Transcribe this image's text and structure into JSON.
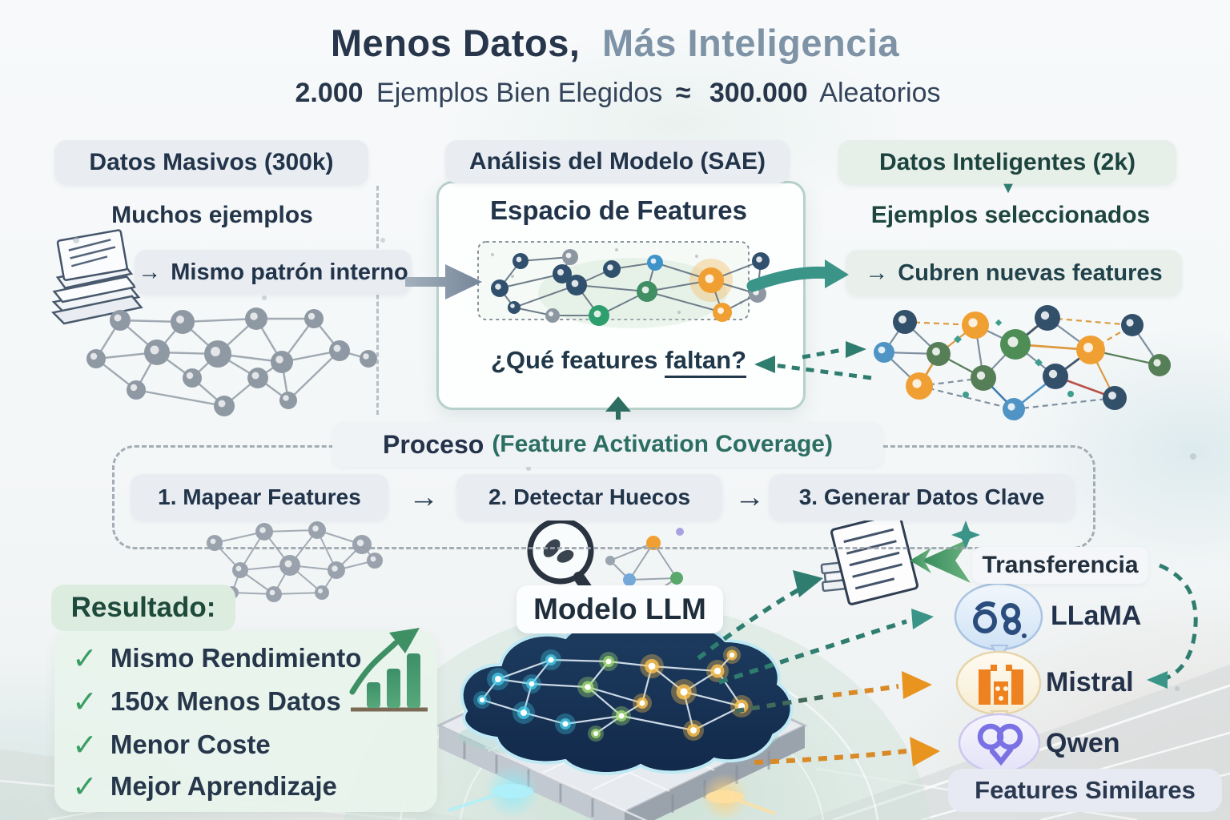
{
  "title": {
    "dark": "Menos Datos,",
    "light": "Más Inteligencia"
  },
  "subtitle": {
    "b1": "2.000",
    "t1": "Ejemplos Bien Elegidos",
    "approx": "≈",
    "b2": "300.000",
    "t2": "Aleatorios"
  },
  "columns": {
    "massive": {
      "header": "Datos Masivos (300k)",
      "caption": "Muchos ejemplos",
      "arrow": "→",
      "pill": "Mismo patrón interno"
    },
    "analysis": {
      "header": "Análisis del Modelo (SAE)",
      "card_title": "Espacio de Features",
      "question": "¿Qué features",
      "question_underlined": "faltan?"
    },
    "smart": {
      "header": "Datos Inteligentes (2k)",
      "down_arrow": "▼",
      "caption": "Ejemplos seleccionados",
      "arrow": "→",
      "pill": "Cubren nuevas features"
    }
  },
  "process": {
    "title": "Proceso",
    "title_note": "(Feature Activation Coverage)",
    "arrow": "→",
    "steps": [
      {
        "label": "1. Mapear Features"
      },
      {
        "label": "2. Detectar Huecos"
      },
      {
        "label": "3. Generar Datos Clave"
      }
    ]
  },
  "result": {
    "header": "Resultado:",
    "check": "✓",
    "items": [
      {
        "label": "Mismo Rendimiento"
      },
      {
        "label": "150x Menos Datos"
      },
      {
        "label": "Menor Coste"
      },
      {
        "label": "Mejor Aprendizaje"
      }
    ]
  },
  "model": {
    "label": "Modelo LLM"
  },
  "transfer": {
    "label": "Transferencia",
    "models": [
      {
        "name": "LLaMA"
      },
      {
        "name": "Mistral"
      },
      {
        "name": "Qwen"
      }
    ],
    "footer": "Features Similares"
  },
  "icons": {
    "paper_stack": "document-pile",
    "magnifier": "search-lens",
    "documents": "generated-docs",
    "transfer_chevron": "left-double-arrow",
    "sparkle": "four-point-star",
    "growth_chart": "rising-bars-arrow",
    "brain_chip": "llm-brain-on-platform",
    "llama_logo": "blue-loops",
    "mistral_logo": "orange-m-castle",
    "qwen_logo": "purple-interlocked-rings"
  },
  "colors": {
    "navy": "#24354a",
    "slate": "#7e93a6",
    "teal": "#2e7d6e",
    "teal_dark": "#1d4742",
    "green": "#3b9e63",
    "orange": "#e8941f",
    "blue": "#4f94c4",
    "purple": "#7a71e4",
    "mistral_orange": "#ee8220",
    "llama_navy": "#2b4d7e",
    "pill_bg": "#e9edf2",
    "result_bg": "#e9f3ec"
  }
}
